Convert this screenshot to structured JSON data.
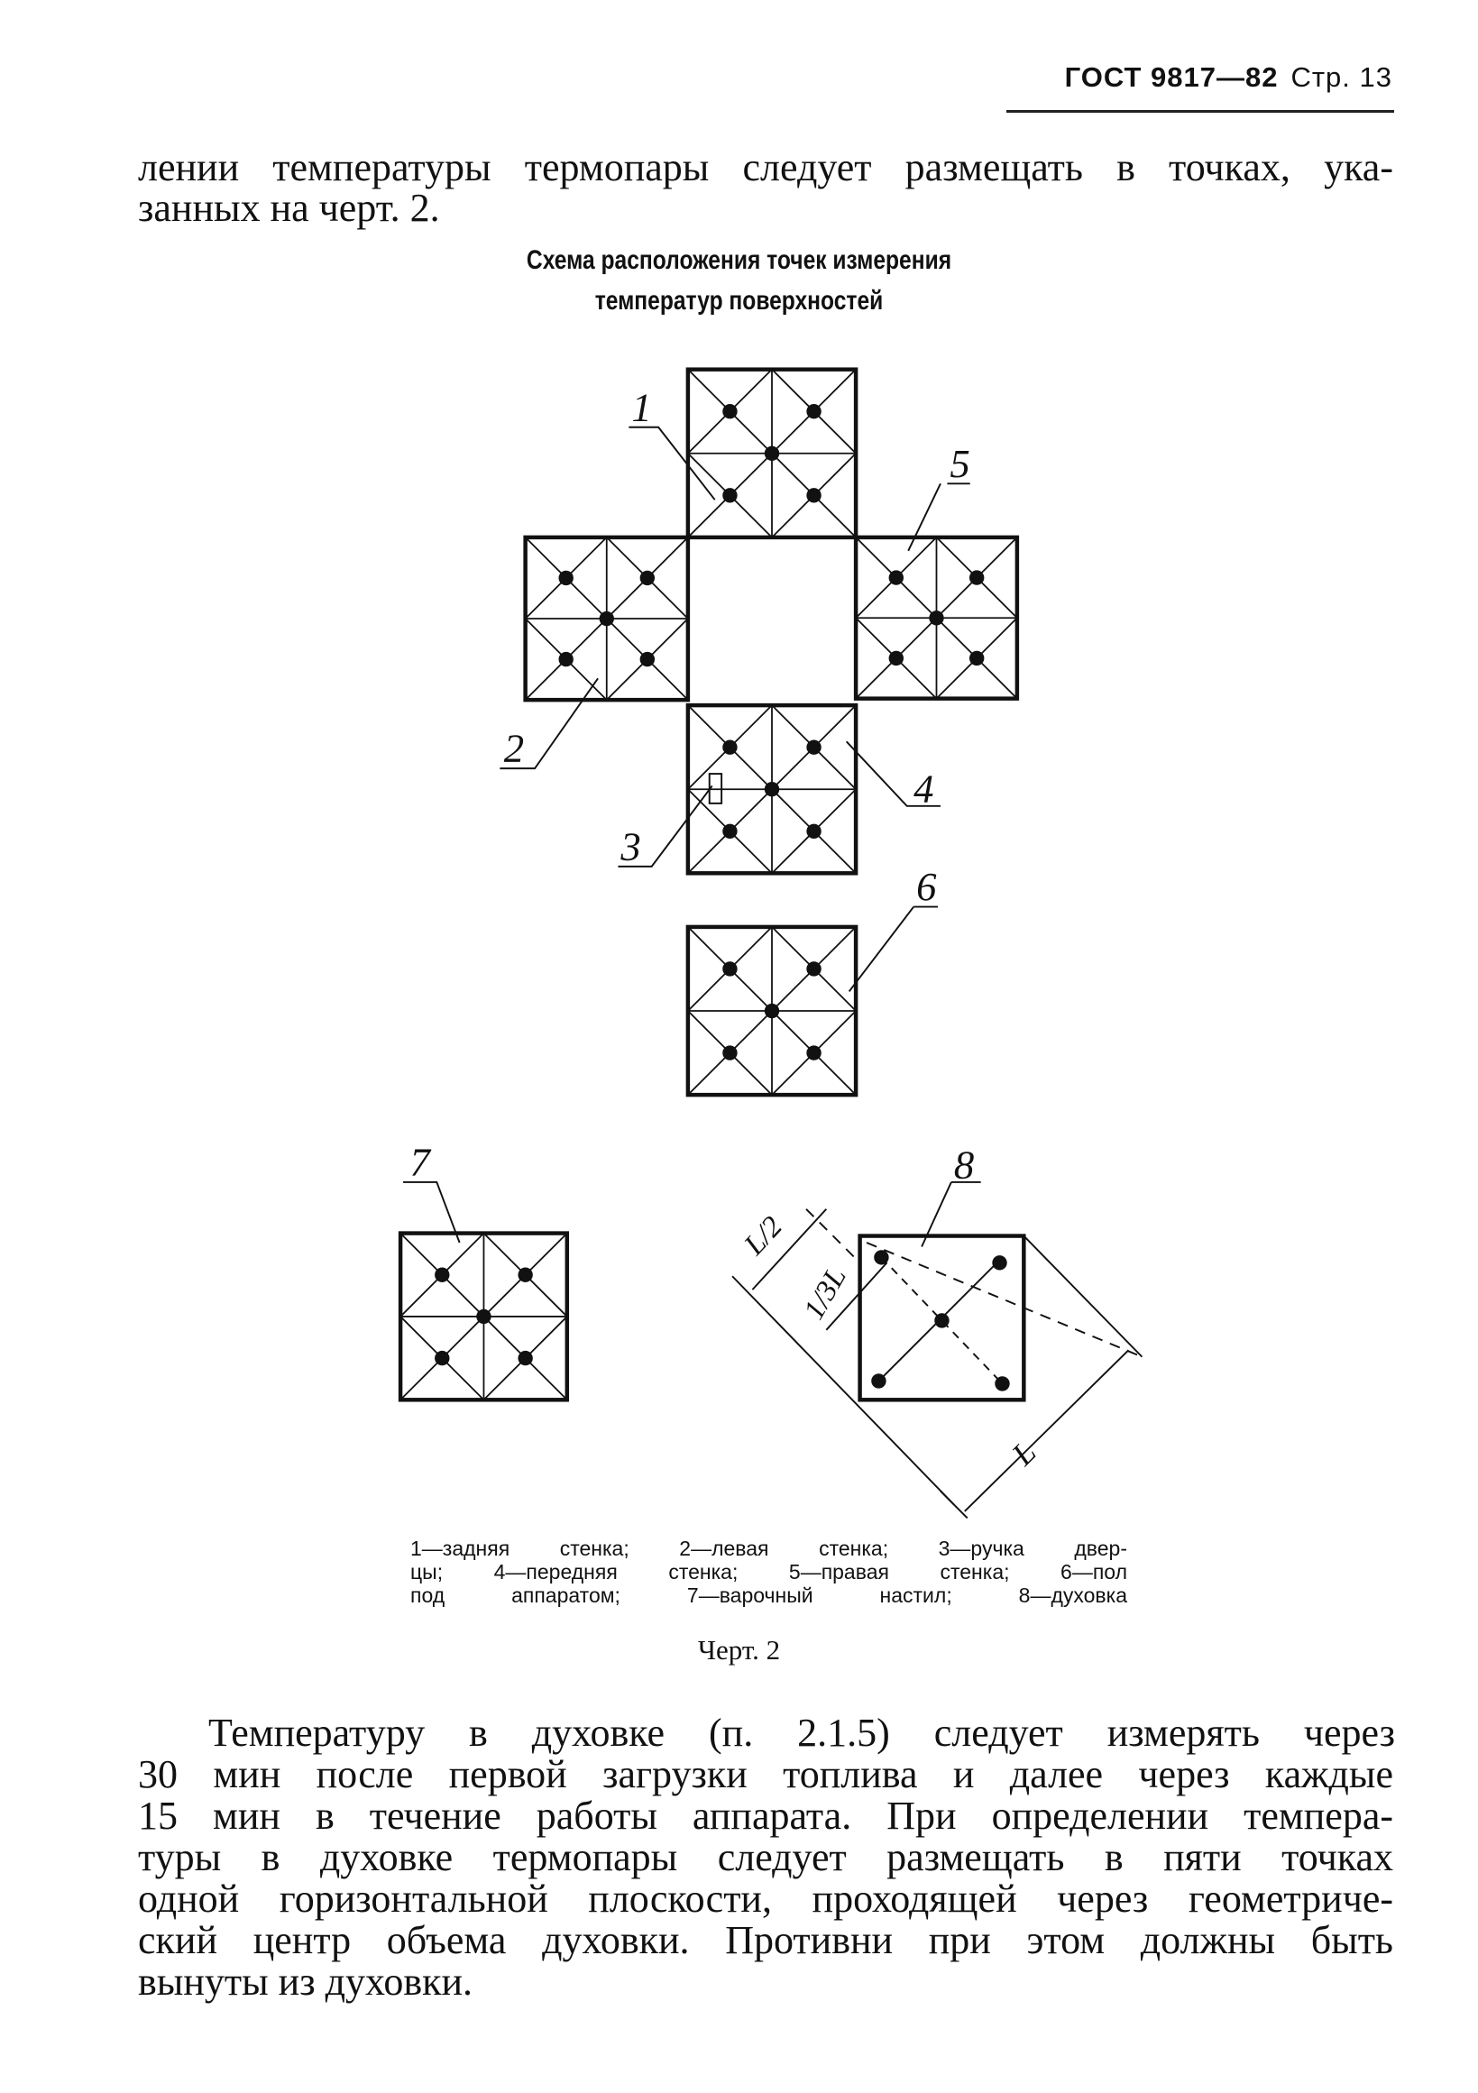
{
  "header": {
    "standard": "ГОСТ 9817—82",
    "page": "Стр. 13"
  },
  "intro_lines": [
    "лении температуры термопары следует размещать в точках, ука-",
    "занных на черт. 2."
  ],
  "figure": {
    "title_lines": [
      "Схема расположения точек измерения",
      "температур поверхностей"
    ],
    "labels": {
      "1": "1",
      "2": "2",
      "3": "3",
      "4": "4",
      "5": "5",
      "6": "6",
      "7": "7",
      "8": "8"
    },
    "dimensions": {
      "half": "L/2",
      "third": "1/3L",
      "full": "L"
    },
    "caption_lines": [
      "1—задняя стенка; 2—левая стенка; 3—ручка двер-",
      "цы; 4—передняя стенка; 5—правая стенка; 6—пол",
      "под аппаратом; 7—варочный настил; 8—духовка"
    ],
    "number": "Черт. 2"
  },
  "body_lines": [
    "Температуру в духовке (п. 2.1.5) следует измерять через",
    "30 мин после первой загрузки топлива и далее через каждые",
    "15 мин в течение работы аппарата. При определении темпера-",
    "туры в духовке термопары следует размещать в пяти точках",
    "одной горизонтальной плоскости, проходящей через геометриче-",
    "ский центр объема духовки. Противни при этом должны быть",
    "вынуты из духовки."
  ]
}
